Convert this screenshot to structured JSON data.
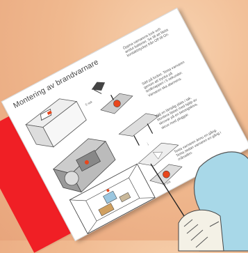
{
  "sheet": {
    "title": "Montering av brandvarnare",
    "steps": [
      "Öppna varnarens lock och anslut batteriet. Se till att fästa kontaktstycket från Off till On.",
      "Sätt på locket. Testa varnaren genom att trycka på testknappen i 5 sekunder. Varnaren ska alarmera.",
      "Välj en lämplig plats i tak. Montera fästet med hjälp av skruvar på en betongskiva, skruv med pluggar.",
      "Testa varnaren ännu en gång. Testa sedan varnaren en gång i månaden."
    ],
    "labels": {
      "seconds_a": "5 sek",
      "seconds_b": "5 sek"
    }
  },
  "colors": {
    "red_block": "#f01f25",
    "accent_orange": "#e8461c",
    "background": "#f0b98f"
  }
}
